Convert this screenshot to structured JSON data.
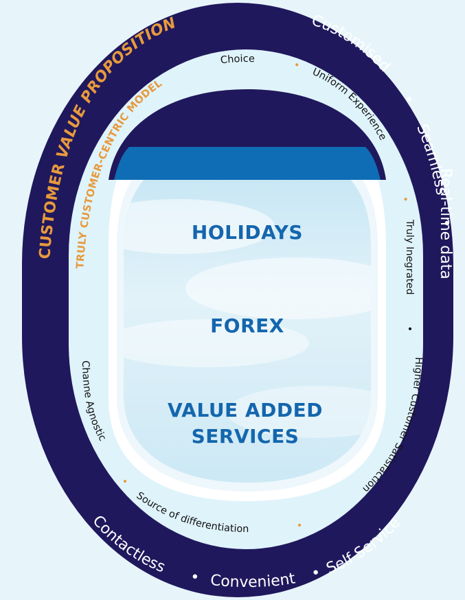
{
  "colors": {
    "background": "#e7f5fb",
    "outer_ring": "#20185c",
    "middle_ring": "#dff3fb",
    "window_frame": "#ffffff",
    "window_top": "#20185c",
    "blind": "#0f6db5",
    "accent_orange": "#e79a3d",
    "center_text": "#1466ad",
    "outer_text": "#ffffff",
    "middle_text": "#111111"
  },
  "outer_ring": {
    "title_part1": "CUSTOMER ",
    "title_part2": "VALUE PROPOSITION",
    "words": [
      "Customised",
      "Seamless",
      "Real-time data",
      "Self-Service",
      "Convenient",
      "Contactless"
    ],
    "separator": "•"
  },
  "middle_ring": {
    "title": "TRULY CUSTOMER-CENTRIC MODEL",
    "words": [
      "Choice",
      "Uniform Experience",
      "Truly Inegrated",
      "Higher Customer Satisfaction",
      "Source of differentiation",
      "Channe Agnostic"
    ],
    "separator": "•"
  },
  "window": {
    "items": [
      "HOLIDAYS",
      "FOREX",
      "VALUE ADDED",
      "SERVICES"
    ]
  }
}
